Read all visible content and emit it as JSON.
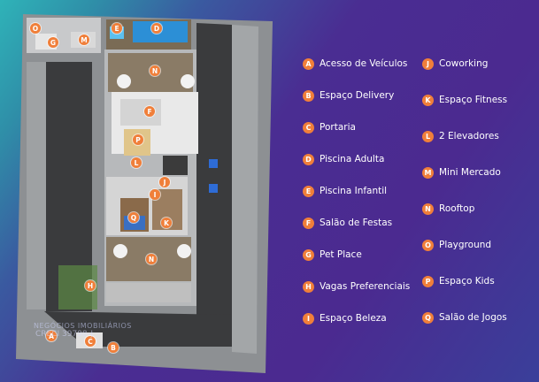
{
  "legend_left": [
    {
      "letter": "A",
      "label": "Acesso de Veículos"
    },
    {
      "letter": "B",
      "label": "Espaço Delivery"
    },
    {
      "letter": "C",
      "label": "Portaria"
    },
    {
      "letter": "D",
      "label": "Piscina Adulta"
    },
    {
      "letter": "E",
      "label": "Piscina Infantil"
    },
    {
      "letter": "F",
      "label": "Salão de Festas"
    },
    {
      "letter": "G",
      "label": "Pet Place"
    },
    {
      "letter": "H",
      "label": "Vagas Preferenciais"
    },
    {
      "letter": "I",
      "label": "Espaço Beleza"
    }
  ],
  "legend_right": [
    {
      "letter": "J",
      "label": "Coworking"
    },
    {
      "letter": "K",
      "label": "Espaço Fitness"
    },
    {
      "letter": "L",
      "label": "2 Elevadores"
    },
    {
      "letter": "M",
      "label": "Mini Mercado"
    },
    {
      "letter": "N",
      "label": "Rooftop"
    },
    {
      "letter": "O",
      "label": "Playground"
    },
    {
      "letter": "P",
      "label": "Espaço Kids"
    },
    {
      "letter": "Q",
      "label": "Salão de Jogos"
    }
  ],
  "map_pins": [
    "O",
    "G",
    "M",
    "E",
    "D",
    "N",
    "F",
    "P",
    "L",
    "J",
    "I",
    "Q",
    "K",
    "N",
    "H",
    "A",
    "C",
    "B"
  ],
  "watermark": {
    "line1": "NEGÓCIOS IMOBILIÁRIOS",
    "line2": "CRECI 39798-J"
  },
  "colors": {
    "badge": "#f07f3a",
    "legend_text": "#ffffff",
    "background": "#4a2d92"
  }
}
